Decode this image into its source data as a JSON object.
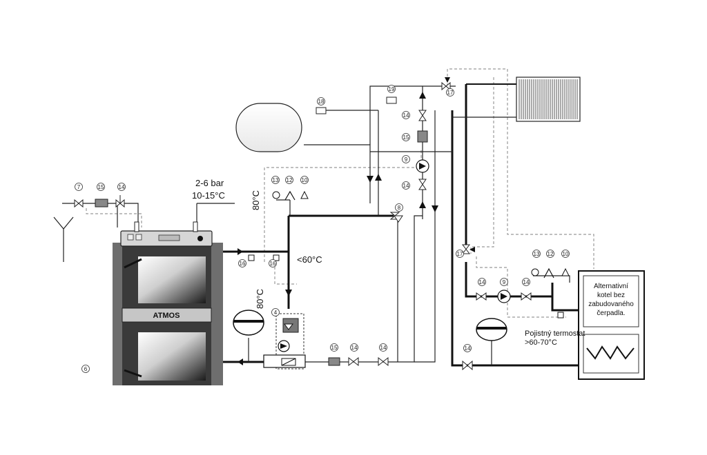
{
  "diagram": {
    "boiler_brand": "ATMOS",
    "labels": {
      "pressure": "2-6 bar",
      "temperature_supply": "10-15°C",
      "temp_80_top": "80°C",
      "temp_80_bottom": "80°C",
      "temp_60": "<60°C",
      "alt_boiler_line1": "Alternativní",
      "alt_boiler_line2": "kotel bez",
      "alt_boiler_line3": "zabudovaného",
      "alt_boiler_line4": "čerpadla.",
      "safety_thermostat_line1": "Pojistný termostat",
      "safety_thermostat_line2": ">60-70°C"
    },
    "component_numbers": {
      "n7": "7",
      "n15a": "15",
      "n14a": "14",
      "n18": "18",
      "n19": "19",
      "n17a": "17",
      "n14b": "14",
      "n15b": "15",
      "n9a": "9",
      "n14c": "14",
      "n8": "8",
      "n13a": "13",
      "n12a": "12",
      "n10a": "10",
      "n16a": "16",
      "n16b": "16",
      "n4": "4",
      "n15c": "15",
      "n14d": "14",
      "n14e": "14",
      "n6": "6",
      "n17b": "17",
      "n13b": "13",
      "n12b": "12",
      "n10b": "10",
      "n14f": "14",
      "n9b": "9",
      "n14g": "14",
      "n14h": "14"
    },
    "colors": {
      "line": "#111111",
      "dashed": "#9a9a9a",
      "boiler_body": "#3a3a3a",
      "boiler_side": "#7a7a7a"
    }
  }
}
